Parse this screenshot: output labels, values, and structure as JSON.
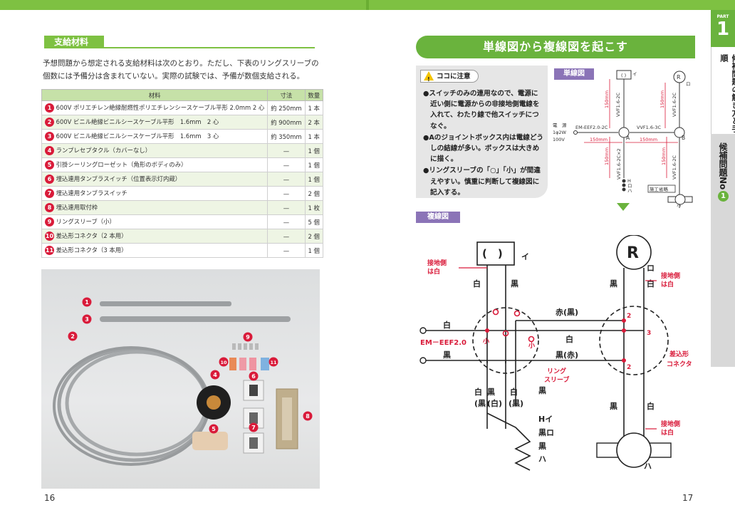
{
  "left": {
    "section_label": "支給材料",
    "intro": "予想問題から想定される支給材料は次のとおり。ただし、下表のリングスリーブの個数には予備分は含まれていない。実際の試験では、予備が数個支給される。",
    "table": {
      "headers": [
        "材料",
        "寸法",
        "数量"
      ],
      "rows": [
        {
          "n": "1",
          "name": "600V ポリエチレン絶縁耐燃性ポリエチレンシースケーブル平形 2.0mm 2 心",
          "size": "約 250mm",
          "qty": "1 本"
        },
        {
          "n": "2",
          "name": "600V ビニル絶縁ビニルシースケーブル平形　1.6mm　2 心",
          "size": "約 900mm",
          "qty": "2 本"
        },
        {
          "n": "3",
          "name": "600V ビニル絶縁ビニルシースケーブル平形　1.6mm　3 心",
          "size": "約 350mm",
          "qty": "1 本"
        },
        {
          "n": "4",
          "name": "ランプレセプタクル（カバーなし）",
          "size": "—",
          "qty": "1 個"
        },
        {
          "n": "5",
          "name": "引掛シーリングローゼット（角形のボディのみ）",
          "size": "—",
          "qty": "1 個"
        },
        {
          "n": "6",
          "name": "埋込連用タンブラスイッチ（位置表示灯内蔵）",
          "size": "—",
          "qty": "1 個"
        },
        {
          "n": "7",
          "name": "埋込連用タンブラスイッチ",
          "size": "—",
          "qty": "2 個"
        },
        {
          "n": "8",
          "name": "埋込連用取付枠",
          "size": "—",
          "qty": "1 枚"
        },
        {
          "n": "9",
          "name": "リングスリーブ（小）",
          "size": "—",
          "qty": "5 個"
        },
        {
          "n": "10",
          "name": "差込形コネクタ（2 本用）",
          "size": "—",
          "qty": "2 個"
        },
        {
          "n": "11",
          "name": "差込形コネクタ（3 本用）",
          "size": "—",
          "qty": "1 個"
        }
      ]
    },
    "photo_labels": [
      "1",
      "3",
      "2",
      "9",
      "10",
      "11",
      "4",
      "6",
      "5",
      "7",
      "8"
    ],
    "page_number": "16"
  },
  "right": {
    "title": "単線図から複線図を起こす",
    "note": {
      "head": "ココに注意",
      "items": [
        "●スイッチのみの連用なので、電源に近い側に電源からの非接地側電線を入れて、わたり線で他スイッチにつなぐ。",
        "●Aのジョイントボックス内は電線どうしの結線が多い。ボックスは大きめに描く。",
        "●リングスリーブの「○」「小」が間違えやすい。慎重に判断して複線図に記入する。"
      ]
    },
    "single_label": "単線図",
    "double_label": "複線図",
    "single": {
      "paren": "( )",
      "i": "イ",
      "r": "R",
      "ro": "ロ",
      "v150a": "150mm",
      "v150b": "150mm",
      "v150c": "150mm",
      "v150d": "150mm",
      "cable_l1": "VVF1.6-2C",
      "cable_l2": "VVF1.6-2C",
      "cable_r1": "VVF1.6-2C",
      "cable_r2": "VVF1.6-2C",
      "cable_low": "VVF1.6-2C×2",
      "src1": "電　源",
      "src2": "1φ2W",
      "src3": "100V",
      "em": "EM-EEF2.0-2C",
      "vvf3": "VVF1.6-3C",
      "h150a": "150mm",
      "h150b": "150mm",
      "a": "A",
      "b": "B",
      "h": "H",
      "i2": "イ",
      "ro2": "ロ",
      "ha": "ハ",
      "sekou": "施工省略",
      "ha2": "ハ"
    },
    "double": {
      "paren": "(　)",
      "i": "イ",
      "r": "R",
      "ro": "ロ",
      "gnd1a": "接地側",
      "gnd1b": "は白",
      "gnd2a": "接地側",
      "gnd2b": "は白",
      "gnd3a": "接地側",
      "gnd3b": "は白",
      "shiro1": "白",
      "kuro1": "黒",
      "kuro2": "黒",
      "shiro2": "白",
      "aka": "赤(黒)",
      "shiro_in": "白",
      "shiro_mid": "白",
      "em": "EM－EEF2.0",
      "kuro_in": "黒",
      "kuro_aka": "黒(赤)",
      "ko1": "小",
      "ko2": "小",
      "n2a": "2",
      "n3": "3",
      "n2b": "2",
      "ring1": "リング",
      "ring2": "スリーブ",
      "sashi1": "差込形",
      "sashi2": "コネクタ",
      "s1": "白",
      "s1b": "(黒)",
      "s2": "白",
      "s2b": "(黒)",
      "k1": "黒",
      "k1b": "(白)",
      "kuro3": "黒",
      "sw_h": "Hイ",
      "sw_kro": "黒ロ",
      "sw_k": "黒",
      "sw_ha": "ハ",
      "kuro4": "黒",
      "shiro4": "白",
      "ha": "ハ"
    },
    "page_number": "17"
  },
  "sidetab": {
    "part_word": "PART",
    "part_num": "1",
    "chapter": "候補問題の解き方と手順",
    "problem": "候補問題No",
    "problem_num": "1"
  }
}
